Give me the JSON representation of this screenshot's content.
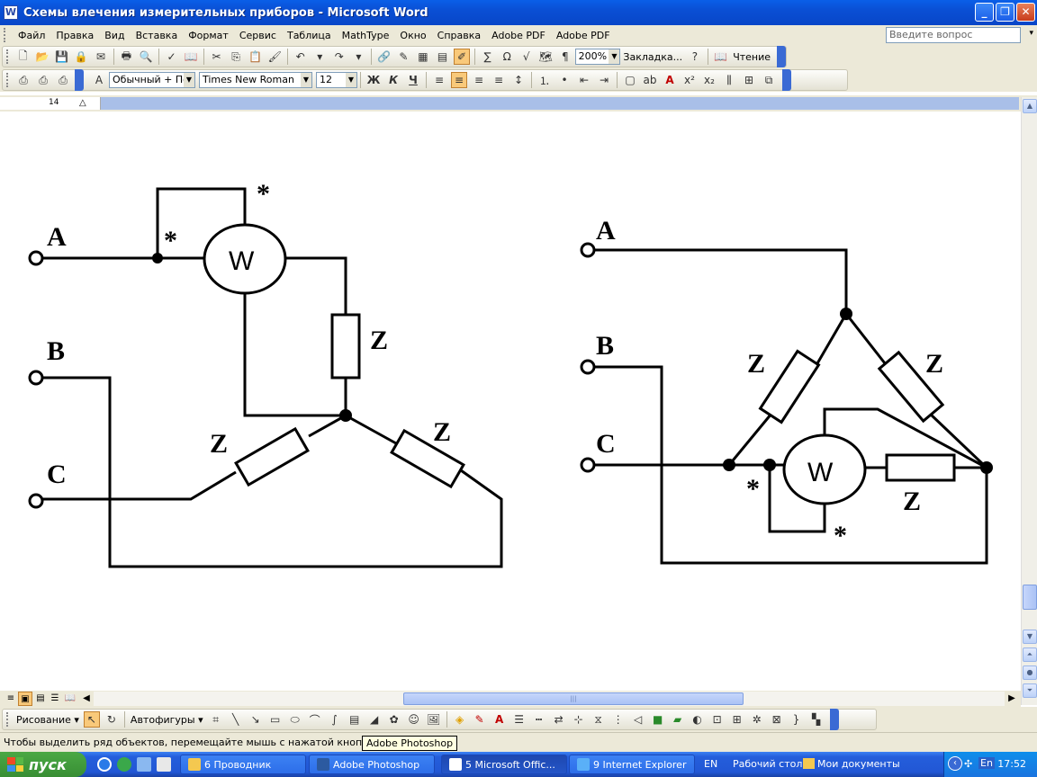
{
  "window": {
    "title": "Схемы влечения измерительных приборов - Microsoft Word",
    "app_icon": "W",
    "min_glyph": "_",
    "max_glyph": "❐",
    "close_glyph": "✕"
  },
  "menu": {
    "items": [
      "Файл",
      "Правка",
      "Вид",
      "Вставка",
      "Формат",
      "Сервис",
      "Таблица",
      "MathType",
      "Окно",
      "Справка",
      "Adobe PDF",
      "Adobe PDF"
    ],
    "ask_placeholder": "Введите вопрос"
  },
  "toolbar_standard": {
    "zoom": "200%",
    "bookmark": "Закладка...",
    "reading": "Чтение"
  },
  "toolbar_formatting": {
    "style": "Обычный + По ц",
    "font": "Times New Roman",
    "size": "12",
    "bold": "Ж",
    "italic": "К",
    "underline": "Ч"
  },
  "ruler": {
    "mark": "14"
  },
  "diagrams": {
    "left": {
      "phase_a": "A",
      "phase_b": "B",
      "phase_c": "C",
      "meter": "W",
      "star_top": "*",
      "star_input": "*",
      "z_vertical": "Z",
      "z_left": "Z",
      "z_right": "Z"
    },
    "right": {
      "phase_a": "A",
      "phase_b": "B",
      "phase_c": "C",
      "meter": "W",
      "star_left": "*",
      "star_bottom": "*",
      "z_left": "Z",
      "z_right": "Z",
      "z_bottom": "Z"
    }
  },
  "drawing_toolbar": {
    "drawing": "Рисование ▾",
    "autoshapes": "Автофигуры ▾"
  },
  "status": {
    "text": "Чтобы выделить ряд объектов, перемещайте мышь с нажатой кнопкой.",
    "tooltip": "Adobe Photoshop"
  },
  "taskbar": {
    "start": "пуск",
    "tasks": [
      {
        "label": "6 Проводник",
        "active": false
      },
      {
        "label": "Adobe Photoshop",
        "active": false
      },
      {
        "label": "5 Microsoft Offic...",
        "active": true
      },
      {
        "label": "9 Internet Explorer",
        "active": false
      }
    ],
    "lang": "EN",
    "desktop": "Рабочий стол",
    "my_docs": "Мои документы",
    "tray_lang": "En",
    "clock": "17:52"
  },
  "colors": {
    "title_blue": "#0a4fd4",
    "chrome": "#ece9d8",
    "taskbar_blue": "#245edb",
    "start_green": "#388e34"
  }
}
